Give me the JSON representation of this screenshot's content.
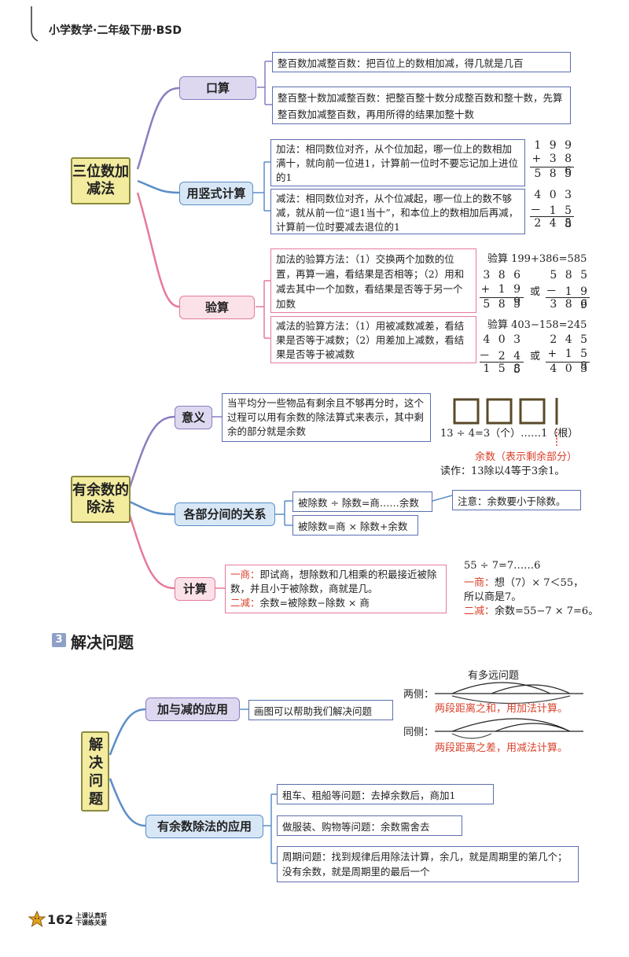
{
  "header": {
    "title": "小学数学·二年级下册·BSD"
  },
  "s1": {
    "topic": "三位数加减法",
    "n1": "口算",
    "n1_a": "整百数加减整百数：把百位上的数相加减，得几就是几百",
    "n1_b": "整百整十数加减整百数：把整百整十数分成整百数和整十数，先算整百数加减整百数，再用所得的结果加整十数",
    "n2": "用竖式计算",
    "n2_a": "加法：相同数位对齐，从个位加起，哪一位上的数相加满十，就向前一位进1，计算前一位时不要忘记加上进位的1",
    "n2_a_calc": [
      "1 9 9",
      "+ 3 8 6",
      "5 8 5"
    ],
    "n2_b": "减法：相同数位对齐，从个位减起，哪一位上的数不够减，就从前一位“退1当十”，和本位上的数相加后再减，计算前一位时要减去退位的1",
    "n2_b_calc": [
      "4 0 3",
      "－ 1 5 8",
      "2 4 5"
    ],
    "n3": "验算",
    "n3_a": "加法的验算方法：（1）交换两个加数的位置，再算一遍，看结果是否相等；（2）用和减去其中一个加数，看结果是否等于另一个加数",
    "n3_a_title": "验算 199+386=585",
    "n3_a_c1": [
      "3 8 6",
      "+ 1 9 9",
      "5 8 5"
    ],
    "n3_a_c2": [
      "5 8 5",
      "－ 1 9 9",
      "3 8 6"
    ],
    "n3_b": "减法的验算方法：（1）用被减数减差，看结果是否等于减数；（2）用差加上减数，看结果是否等于被减数",
    "n3_b_title": "验算 403−158=245",
    "n3_b_c1": [
      "4 0 3",
      "－ 2 4 5",
      "1 5 8"
    ],
    "n3_b_c2": [
      "2 4 5",
      "+ 1 5 8",
      "4 0 3"
    ],
    "or": "或"
  },
  "s2": {
    "topic": "有余数的除法",
    "n1": "意义",
    "n1_a": "当平均分一些物品有剩余且不够再分时，这个过程可以用有余数的除法算式来表示，其中剩余的部分就是余数",
    "n1_eq": "13 ÷ 4=3（个）……1（根）",
    "n1_rem": "余数（表示剩余部分）",
    "n1_read": "读作：13除以4等于3余1。",
    "n2": "各部分间的关系",
    "n2_a": "被除数 ÷ 除数=商……余数",
    "n2_b": "被除数=商 × 除数+余数",
    "n2_note": "注意：余数要小于除数。",
    "n3": "计算",
    "n3_a1": "一商：",
    "n3_a2": "即试商，想除数和几相乘的积最接近被除数，并且小于被除数，商就是几。",
    "n3_b1": "二减：",
    "n3_b2": "余数=被除数−除数 × 商",
    "n3_ex1": "55 ÷ 7=7……6",
    "n3_ex2a": "一商：",
    "n3_ex2b": "想（7）× 7＜55，",
    "n3_ex3": "所以商是7。",
    "n3_ex4a": "二减：",
    "n3_ex4b": "余数=55−7 × 7=6。"
  },
  "s3": {
    "icon": "3",
    "heading": "解决问题",
    "topic": "解决问题",
    "n1": "加与减的应用",
    "n1_a": "画图可以帮助我们解决问题",
    "d_title": "有多远问题",
    "d_both": "两侧：",
    "d_same": "同侧：",
    "d_sum": "两段距离之和，用加法计算。",
    "d_diff": "两段距离之差，用减法计算。",
    "n2": "有余数除法的应用",
    "n2_a": "租车、租船等问题：去掉余数后，商加1",
    "n2_b": "做服装、购物等问题：余数需舍去",
    "n2_c": "周期问题：找到规律后用除法计算，余几，就是周期里的第几个；没有余数，就是周期里的最后一个"
  },
  "footer": {
    "page": "162",
    "slogan1": "上课认真听",
    "slogan2": "下课练关意"
  }
}
